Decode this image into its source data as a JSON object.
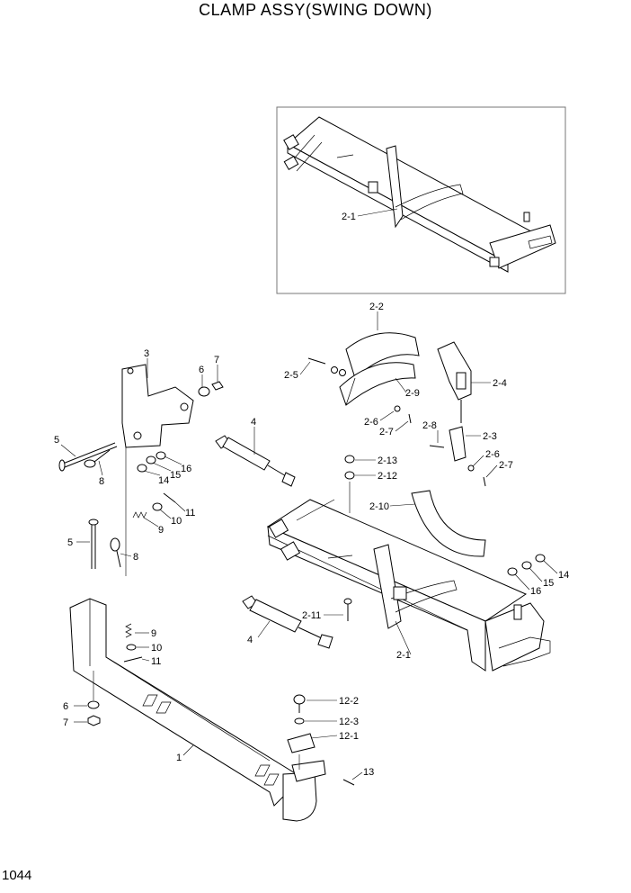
{
  "title": "CLAMP ASSY(SWING DOWN)",
  "page_number": "1044",
  "callouts": {
    "c2_1_top": "2-1",
    "c2_2": "2-2",
    "c2_5": "2-5",
    "c2_9": "2-9",
    "c2_4": "2-4",
    "c2_6_a": "2-6",
    "c2_7_a": "2-7",
    "c2_8": "2-8",
    "c2_3": "2-3",
    "c2_6_b": "2-6",
    "c2_7_b": "2-7",
    "c2_13": "2-13",
    "c2_12": "2-12",
    "c2_10": "2-10",
    "c2_11": "2-11",
    "c2_1_bottom": "2-1",
    "c3": "3",
    "c6_top": "6",
    "c7_top": "7",
    "c5_top": "5",
    "c8_top": "8",
    "c14_left": "14",
    "c15_left": "15",
    "c16_left": "16",
    "c4_top": "4",
    "c11_top": "11",
    "c10_top": "10",
    "c9_top": "9",
    "c5_mid": "5",
    "c8_mid": "8",
    "c9_mid": "9",
    "c10_mid": "10",
    "c11_mid": "11",
    "c4_mid": "4",
    "c14_right": "14",
    "c15_right": "15",
    "c16_right": "16",
    "c6_bottom": "6",
    "c7_bottom": "7",
    "c1": "1",
    "c12_2": "12-2",
    "c12_3": "12-3",
    "c12_1": "12-1",
    "c13": "13"
  }
}
